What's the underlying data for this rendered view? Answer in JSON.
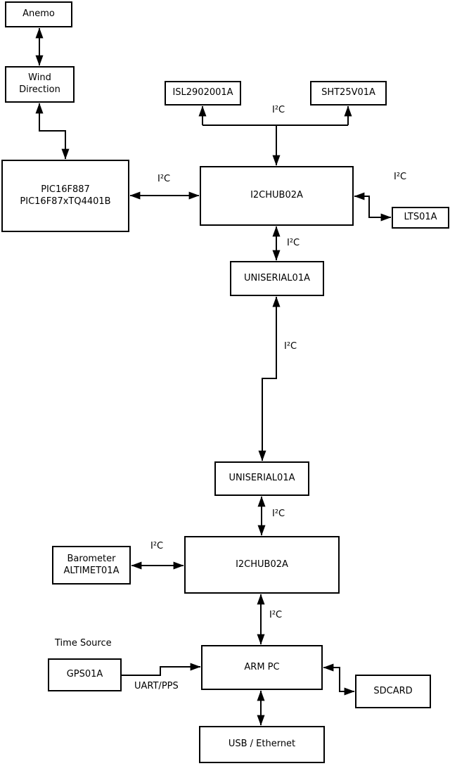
{
  "nodes": {
    "anemo": {
      "label": "Anemo"
    },
    "wind_direction": {
      "label": "Wind\nDirection"
    },
    "pic": {
      "label": "PIC16F887\nPIC16F87xTQ4401B"
    },
    "isl": {
      "label": "ISL2902001A"
    },
    "sht": {
      "label": "SHT25V01A"
    },
    "hub_top": {
      "label": "I2CHUB02A"
    },
    "lts": {
      "label": "LTS01A"
    },
    "uniserial_top": {
      "label": "UNISERIAL01A"
    },
    "uniserial_bottom": {
      "label": "UNISERIAL01A"
    },
    "hub_bottom": {
      "label": "I2CHUB02A"
    },
    "barometer": {
      "label": "Barometer\nALTIMET01A"
    },
    "gps": {
      "label": "GPS01A"
    },
    "arm_pc": {
      "label": "ARM PC"
    },
    "sdcard": {
      "label": "SDCARD"
    },
    "usb_ethernet": {
      "label": "USB / Ethernet"
    }
  },
  "edge_labels": {
    "i2c_pic_hub_top": "I²C",
    "i2c_sensor_bus": "I²C",
    "i2c_hub_top_lts": "I²C",
    "i2c_hub_top_uniserial": "I²C",
    "i2c_uniserial_link": "I²C",
    "i2c_uniserial_hub_bottom": "I²C",
    "i2c_barometer_hub_bottom": "I²C",
    "i2c_hub_bottom_arm": "I²C",
    "uart_pps": "UART/PPS"
  },
  "annotations": {
    "time_source": "Time Source"
  },
  "edges": [
    {
      "from": "Anemo",
      "to": "Wind Direction",
      "bidirectional": true,
      "label": ""
    },
    {
      "from": "Wind Direction",
      "to": "PIC16F887 PIC16F87xTQ4401B",
      "bidirectional": true,
      "label": ""
    },
    {
      "from": "PIC16F887 PIC16F87xTQ4401B",
      "to": "I2CHUB02A (top)",
      "bidirectional": true,
      "label": "I²C"
    },
    {
      "from": "I2CHUB02A (top)",
      "to": "ISL2902001A",
      "bidirectional": false,
      "label": "I²C"
    },
    {
      "from": "I2CHUB02A (top)",
      "to": "SHT25V01A",
      "bidirectional": false,
      "label": "I²C"
    },
    {
      "from": "I2CHUB02A (top)",
      "to": "LTS01A",
      "bidirectional": true,
      "label": "I²C"
    },
    {
      "from": "I2CHUB02A (top)",
      "to": "UNISERIAL01A (upper)",
      "bidirectional": true,
      "label": "I²C"
    },
    {
      "from": "UNISERIAL01A (upper)",
      "to": "UNISERIAL01A (lower)",
      "bidirectional": true,
      "label": "I²C"
    },
    {
      "from": "UNISERIAL01A (lower)",
      "to": "I2CHUB02A (bottom)",
      "bidirectional": true,
      "label": "I²C"
    },
    {
      "from": "Barometer ALTIMET01A",
      "to": "I2CHUB02A (bottom)",
      "bidirectional": true,
      "label": "I²C"
    },
    {
      "from": "I2CHUB02A (bottom)",
      "to": "ARM PC",
      "bidirectional": true,
      "label": "I²C"
    },
    {
      "from": "GPS01A",
      "to": "ARM PC",
      "bidirectional": false,
      "label": "UART/PPS"
    },
    {
      "from": "ARM PC",
      "to": "SDCARD",
      "bidirectional": true,
      "label": ""
    },
    {
      "from": "ARM PC",
      "to": "USB / Ethernet",
      "bidirectional": true,
      "label": ""
    }
  ],
  "colors": {
    "line": "#000000",
    "box_background": "#ffffff",
    "text": "#000000",
    "page_background": "#ffffff"
  }
}
